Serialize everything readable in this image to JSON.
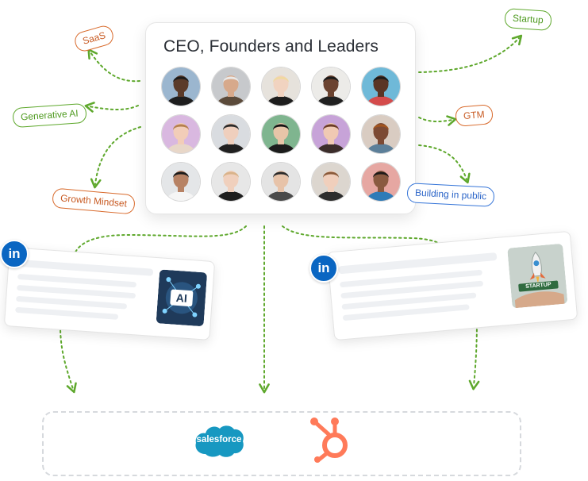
{
  "main_card": {
    "title": "CEO, Founders and Leaders",
    "avatars": [
      {
        "name": "avatar-1",
        "bg": "#9bb6cf",
        "skin": "#5b3b2a",
        "hair": "#1b1b1b",
        "shirt": "#1e1e1e"
      },
      {
        "name": "avatar-2",
        "bg": "#c7c9cc",
        "skin": "#d7a98b",
        "hair": "#e9e9e9",
        "shirt": "#5b4a3a"
      },
      {
        "name": "avatar-3",
        "bg": "#e6e2dc",
        "skin": "#f1d3c0",
        "hair": "#f0d9a0",
        "shirt": "#1d1d1d"
      },
      {
        "name": "avatar-4",
        "bg": "#ecebe8",
        "skin": "#6b4330",
        "hair": "#1a1a1a",
        "shirt": "#202020"
      },
      {
        "name": "avatar-5",
        "bg": "#6fb9d8",
        "skin": "#5a3525",
        "hair": "#1b1b1b",
        "shirt": "#d44b4b"
      },
      {
        "name": "avatar-6",
        "bg": "#d9b8e0",
        "skin": "#f2cdb8",
        "hair": "#b5804e",
        "shirt": "#e8d7c8"
      },
      {
        "name": "avatar-7",
        "bg": "#d9dce0",
        "skin": "#efcfbd",
        "hair": "#2a2a2a",
        "shirt": "#202020"
      },
      {
        "name": "avatar-8",
        "bg": "#7fb58f",
        "skin": "#e7c5a8",
        "hair": "#141414",
        "shirt": "#1c1c1c"
      },
      {
        "name": "avatar-9",
        "bg": "#c7a3d8",
        "skin": "#f0c9b3",
        "hair": "#6a3b27",
        "shirt": "#3b2d2a"
      },
      {
        "name": "avatar-10",
        "bg": "#d9ccc2",
        "skin": "#7c4a34",
        "hair": "#a2551f",
        "shirt": "#5c7f99"
      },
      {
        "name": "avatar-11",
        "bg": "#e4e6e8",
        "skin": "#b78264",
        "hair": "#1a1a1a",
        "shirt": "#f5f5f5"
      },
      {
        "name": "avatar-12",
        "bg": "#e7e7e7",
        "skin": "#f0d0bd",
        "hair": "#d9b38a",
        "shirt": "#1e1e1e"
      },
      {
        "name": "avatar-13",
        "bg": "#e4e4e4",
        "skin": "#e7c3a9",
        "hair": "#2a2a2a",
        "shirt": "#4a4a4a"
      },
      {
        "name": "avatar-14",
        "bg": "#dcd6cf",
        "skin": "#f0cfbc",
        "hair": "#8a5a3a",
        "shirt": "#2d2d2d"
      },
      {
        "name": "avatar-15",
        "bg": "#e6a7a2",
        "skin": "#8a5a40",
        "hair": "#1f1a18",
        "shirt": "#2e7bb7"
      }
    ]
  },
  "tags": {
    "saas": "SaaS",
    "generative_ai": "Generative AI",
    "growth_mindset": "Growth Mindset",
    "startup": "Startup",
    "gtm": "GTM",
    "building_in_public": "Building in public"
  },
  "posts": {
    "left": {
      "thumb_text": "AI",
      "icon": "linkedin-icon"
    },
    "right": {
      "thumb_text": "STARTUP",
      "icon": "linkedin-icon"
    }
  },
  "linkedin_badge": "in",
  "crm": {
    "salesforce_label": "salesforce",
    "hubspot_icon": "hubspot-icon"
  },
  "colors": {
    "dotted_line": "#5ea82c",
    "tag_orange": "#d8692a",
    "tag_green": "#5ea82c",
    "tag_blue": "#3474d8",
    "linkedin": "#0a66c2",
    "salesforce": "#1798c1",
    "hubspot": "#ff7a59"
  }
}
